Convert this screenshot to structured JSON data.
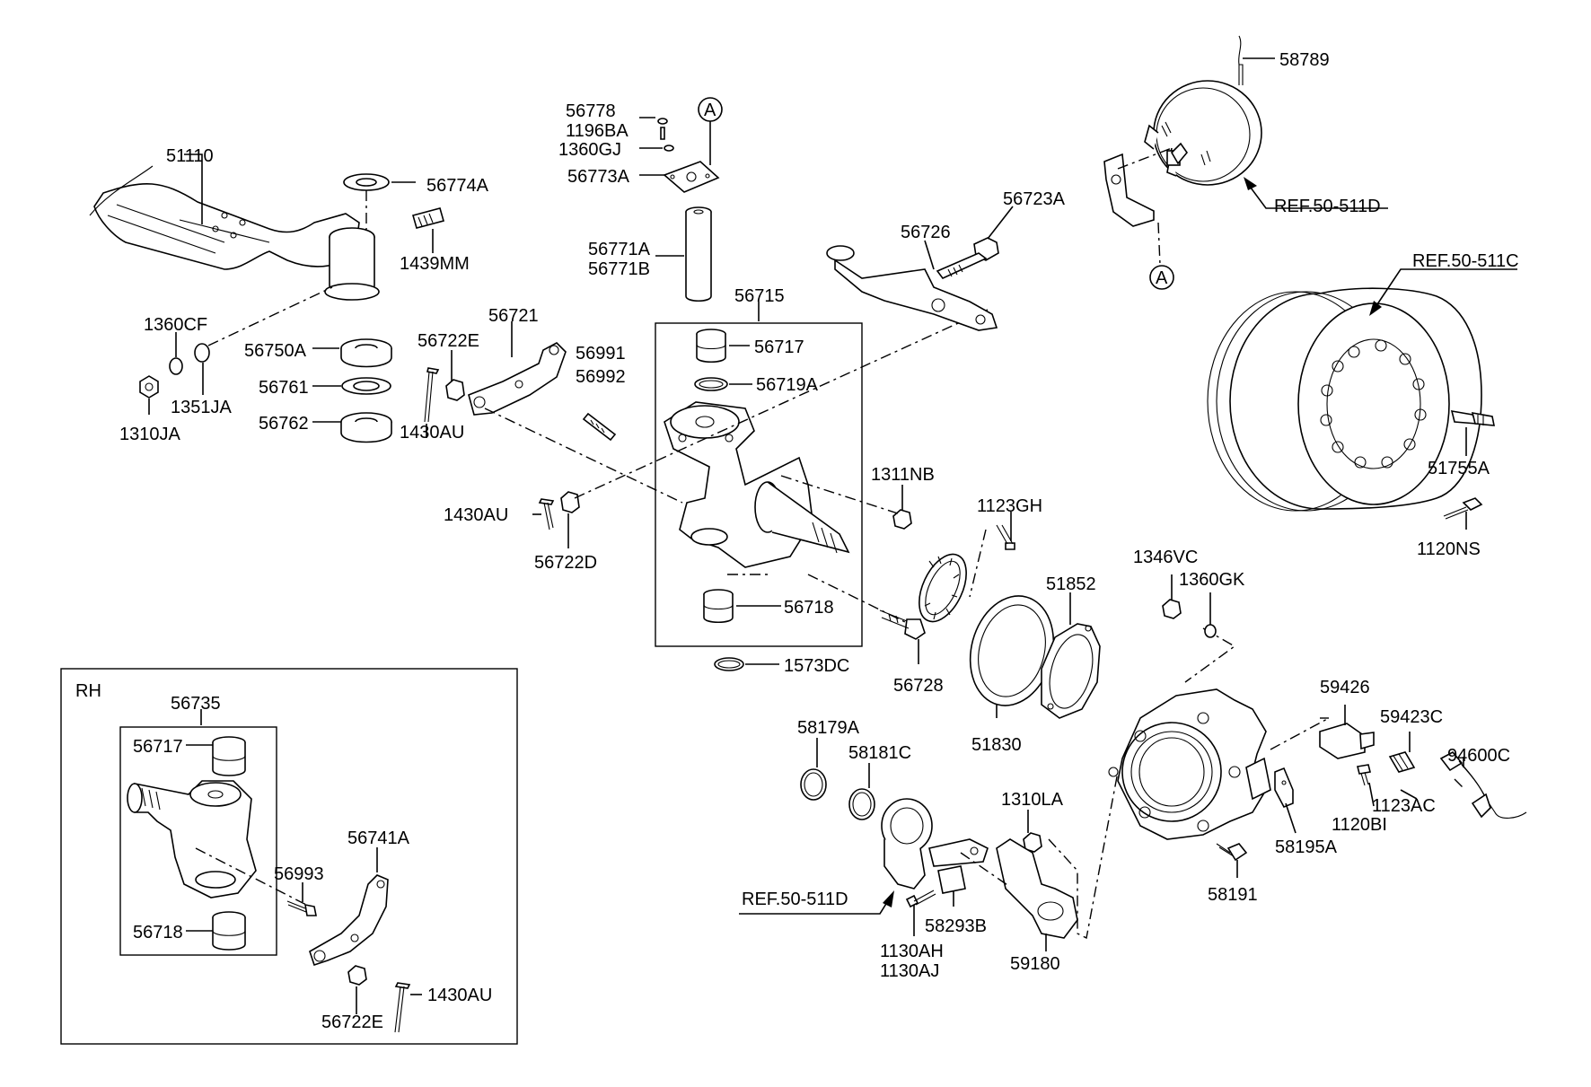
{
  "diagram": {
    "rh_panel_label": "RH",
    "ref_marker": "A",
    "refs": {
      "ref_50_511d_top": "REF.50-511D",
      "ref_50_511c": "REF.50-511C",
      "ref_50_511d_bottom": "REF.50-511D"
    },
    "labels": {
      "p51110": "51110",
      "p56774A": "56774A",
      "p1439MM": "1439MM",
      "p1360CF": "1360CF",
      "p56750A": "56750A",
      "p56761": "56761",
      "p56762": "56762",
      "p1351JA": "1351JA",
      "p1310JA": "1310JA",
      "p56778": "56778",
      "p1196BA": "1196BA",
      "p1360GJ": "1360GJ",
      "p56773A": "56773A",
      "p56771A": "56771A",
      "p56771B": "56771B",
      "p56715": "56715",
      "p56717": "56717",
      "p56719A": "56719A",
      "p56721": "56721",
      "p56722E": "56722E",
      "p56991": "56991",
      "p56992": "56992",
      "p1430AU_a": "1430AU",
      "p1430AU_b": "1430AU",
      "p56722D": "56722D",
      "p56718": "56718",
      "p1573DC": "1573DC",
      "p1311NB": "1311NB",
      "p56726": "56726",
      "p56723A": "56723A",
      "p58789": "58789",
      "p1123GH": "1123GH",
      "p51852": "51852",
      "p51830": "51830",
      "p56728": "56728",
      "p51755A": "51755A",
      "p1120NS": "1120NS",
      "p1346VC": "1346VC",
      "p1360GK": "1360GK",
      "p59426": "59426",
      "p59423C": "59423C",
      "p94600C": "94600C",
      "p1123AC": "1123AC",
      "p1120BI": "1120BI",
      "p58195A": "58195A",
      "p58191": "58191",
      "p58179A": "58179A",
      "p58181C": "58181C",
      "p1310LA": "1310LA",
      "p58293B": "58293B",
      "p1130AH": "1130AH",
      "p1130AJ": "1130AJ",
      "p59180": "59180",
      "rh56735": "56735",
      "rh56717": "56717",
      "rh56718": "56718",
      "rh56993": "56993",
      "rh56741A": "56741A",
      "rh56722E": "56722E",
      "rh1430AU": "1430AU"
    }
  }
}
